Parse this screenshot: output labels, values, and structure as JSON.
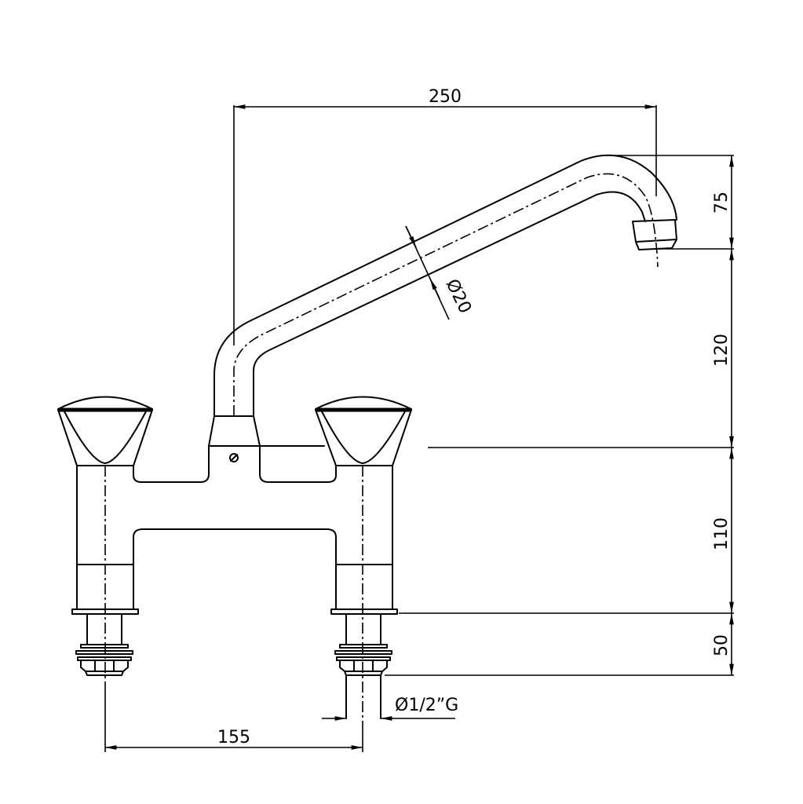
{
  "drawing": {
    "subject": "Deck-mounted two-handle faucet with swivel spout",
    "dimensions": {
      "spout_reach": "250",
      "spout_drop": "75",
      "spout_height": "120",
      "body_height": "110",
      "shank_length": "50",
      "tube_diameter": "Ø20",
      "center_distance": "155",
      "connection_thread": "Ø1/2”G"
    },
    "colors": {
      "line": "#000000",
      "background": "#ffffff"
    }
  }
}
